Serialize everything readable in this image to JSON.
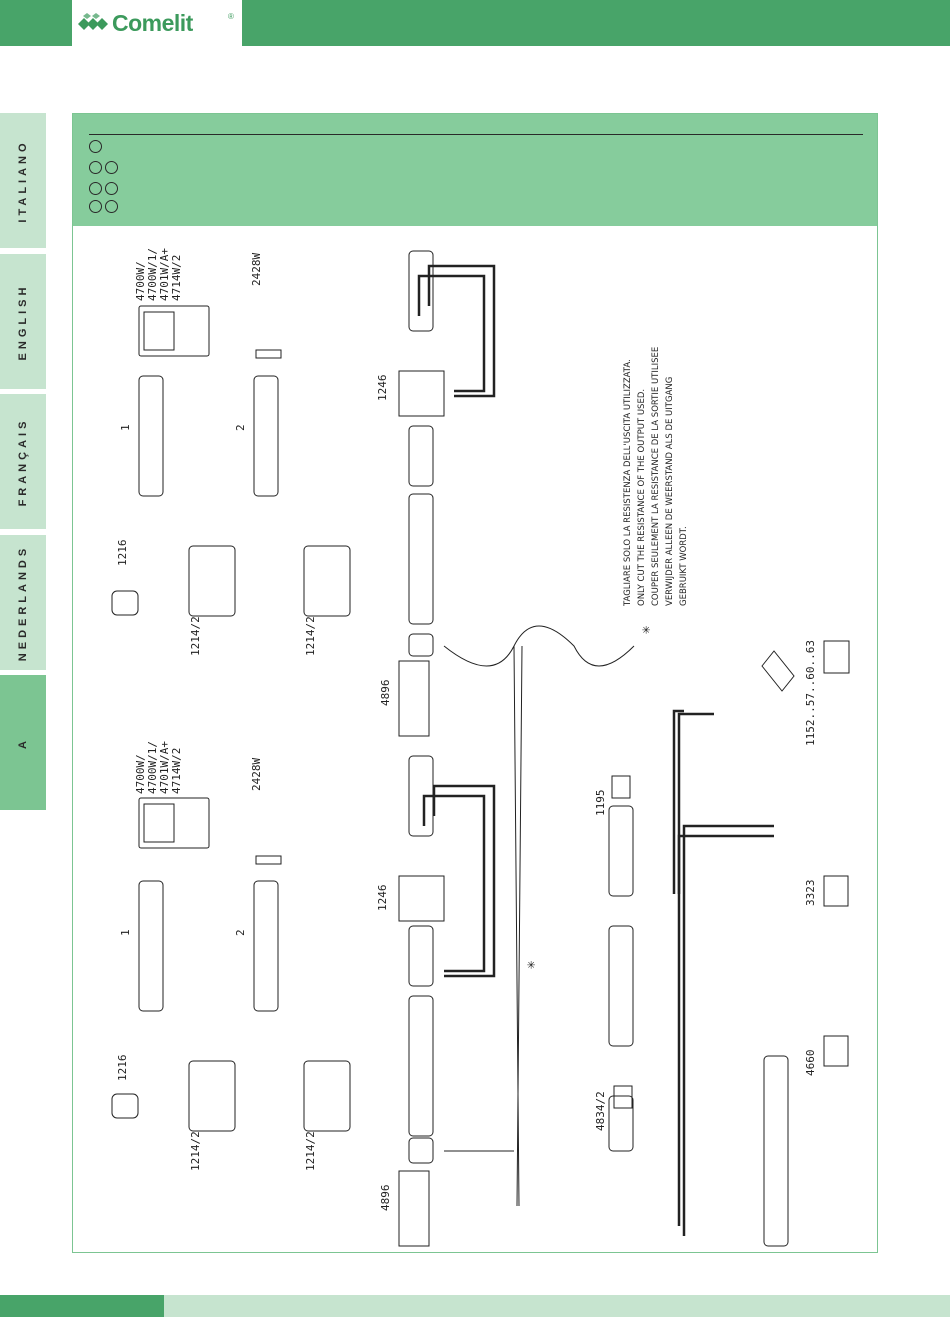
{
  "brand": {
    "name": "Comelit",
    "mark": "®"
  },
  "tabs": [
    {
      "label": "ITALIANO",
      "active": false
    },
    {
      "label": "ENGLISH",
      "active": false
    },
    {
      "label": "FRANÇAIS",
      "active": false
    },
    {
      "label": "NEDERLANDS",
      "active": false
    },
    {
      "label": "A",
      "active": true
    }
  ],
  "colors": {
    "primary_green": "#48a469",
    "light_green": "#c6e4cf",
    "panel_green": "#86cc9c"
  },
  "diagram": {
    "monitor_models": [
      "4700W/",
      "4700W/1/",
      "4701W/A+",
      "4714W/2"
    ],
    "handset_model": "2428W",
    "distributor": "1214/2",
    "power_unit": "1246",
    "relay": "1216",
    "switcher": "4896",
    "entrance_unit": "4834/2",
    "transformer": "1195",
    "keypad": "3323",
    "audio_module": "4660",
    "door_lock": "1152..57..60..63",
    "markers": [
      "1",
      "2"
    ],
    "asterisk": "✳",
    "notes": [
      "TAGLIARE SOLO LA RESISTENZA DELL'USCITA UTILIZZATA.",
      "ONLY CUT THE RESISTANCE OF THE OUTPUT USED.",
      "COUPER SEULEMENT LA RESISTANCE DE LA SORTIE UTILISEE",
      "VERWIJDER ALLEEN DE WEERSTAND ALS DE UITGANG",
      "GEBRUIKT WORDT."
    ]
  }
}
